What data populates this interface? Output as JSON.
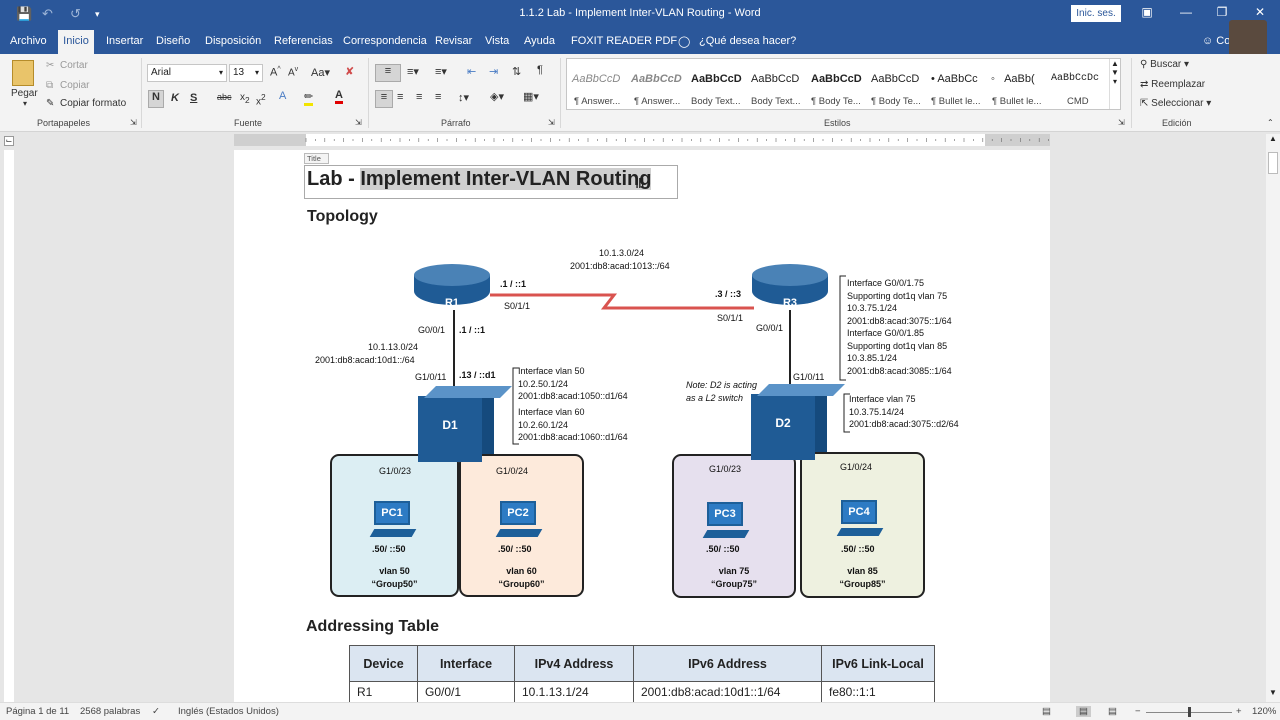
{
  "window": {
    "title": "1.1.2 Lab - Implement Inter-VLAN Routing  -  Word",
    "signin": "Inic. ses."
  },
  "tabs": [
    "Archivo",
    "Inicio",
    "Insertar",
    "Diseño",
    "Disposición",
    "Referencias",
    "Correspondencia",
    "Revisar",
    "Vista",
    "Ayuda",
    "FOXIT READER PDF",
    "¿Qué desea hacer?"
  ],
  "user": "Co",
  "ribbon": {
    "clipboard": {
      "paste": "Pegar",
      "cut": "Cortar",
      "copy": "Copiar",
      "format": "Copiar formato",
      "label": "Portapapeles"
    },
    "font": {
      "name": "Arial",
      "size": "13",
      "label": "Fuente"
    },
    "paragraph": {
      "label": "Párrafo"
    },
    "styles": {
      "label": "Estilos",
      "items": [
        {
          "preview": "AaBbCcD",
          "name": "¶ Answer..."
        },
        {
          "preview": "AaBbCcD",
          "name": "¶ Answer..."
        },
        {
          "preview": "AaBbCcD",
          "name": "Body Text..."
        },
        {
          "preview": "AaBbCcD",
          "name": "Body Text..."
        },
        {
          "preview": "AaBbCcD",
          "name": "¶ Body Te..."
        },
        {
          "preview": "AaBbCcD",
          "name": "¶ Body Te..."
        },
        {
          "preview": "AaBbCc",
          "name": "¶ Bullet le..."
        },
        {
          "preview": "AaBb(",
          "name": "¶ Bullet le..."
        },
        {
          "preview": "AaBbCcDc",
          "name": "CMD"
        }
      ]
    },
    "editing": {
      "find": "Buscar",
      "replace": "Reemplazar",
      "select": "Seleccionar",
      "label": "Edición"
    }
  },
  "document": {
    "style_tag": "Title",
    "title_prefix": "Lab - ",
    "title_selected": "Implement Inter-VLAN Routing",
    "topology_heading": "Topology",
    "addressing_heading": "Addressing Table",
    "topology": {
      "r1": "R1",
      "r3": "R3",
      "d1": "D1",
      "d2": "D2",
      "pc1": "PC1",
      "pc2": "PC2",
      "pc3": "PC3",
      "pc4": "PC4",
      "link_top_net": "10.1.3.0/24",
      "link_top_net6": "2001:db8:acad:1013::/64",
      "r1_s011_addr": ".1 / ::1",
      "r1_s011": "S0/1/1",
      "r3_s011_addr": ".3 / ::3",
      "r3_s011": "S0/1/1",
      "r1_g001": "G0/0/1",
      "r1_g001_addr": ".1 / ::1",
      "r1_d1_net": "10.1.13.0/24",
      "r1_d1_net6": "2001:db8:acad:10d1::/64",
      "d1_g1011": "G1/0/11",
      "d1_g1011_addr": ".13 / ::d1",
      "d1_vlan50": [
        "Interface vlan 50",
        "10.2.50.1/24",
        "2001:db8:acad:1050::d1/64"
      ],
      "d1_vlan60": [
        "Interface vlan 60",
        "10.2.60.1/24",
        "2001:db8:acad:1060::d1/64"
      ],
      "r3_g001": "G0/0/1",
      "r3_sub": [
        "Interface G0/0/1.75",
        "Supporting dot1q vlan 75",
        "10.3.75.1/24",
        "2001:db8:acad:3075::1/64",
        "Interface G0/0/1.85",
        "Supporting dot1q vlan 85",
        "10.3.85.1/24",
        "2001:db8:acad:3085::1/64"
      ],
      "d2_g1011": "G1/0/11",
      "d2_note": [
        "Note: D2 is acting",
        "as a L2 switch"
      ],
      "d2_vlan75": [
        "Interface vlan 75",
        "10.3.75.14/24",
        "2001:db8:acad:3075::d2/64"
      ],
      "d1_g1023": "G1/0/23",
      "d1_g1024": "G1/0/24",
      "d2_g1023": "G1/0/23",
      "d2_g1024": "G1/0/24",
      "pc1_addr": ".50/ ::50",
      "pc2_addr": ".50/ ::50",
      "pc3_addr": ".50/ ::50",
      "pc4_addr": ".50/ ::50",
      "box1": [
        "vlan 50",
        "“Group50”"
      ],
      "box2": [
        "vlan 60",
        "“Group60”"
      ],
      "box3": [
        "vlan 75",
        "“Group75”"
      ],
      "box4": [
        "vlan 85",
        "“Group85”"
      ]
    },
    "table": {
      "headers": [
        "Device",
        "Interface",
        "IPv4 Address",
        "IPv6 Address",
        "IPv6 Link-Local"
      ],
      "rows": [
        [
          "R1",
          "G0/0/1",
          "10.1.13.1/24",
          "2001:db8:acad:10d1::1/64",
          "fe80::1:1"
        ]
      ]
    }
  },
  "status": {
    "page": "Página 1 de 11",
    "words": "2568 palabras",
    "lang": "Inglés (Estados Unidos)",
    "zoom": "120%"
  },
  "colors": {
    "accent": "#2b579a",
    "serial": "#d9534f",
    "box1": "#dceef3",
    "box2": "#fdeadb",
    "box3": "#e6e0ee",
    "box4": "#eef1e0"
  }
}
